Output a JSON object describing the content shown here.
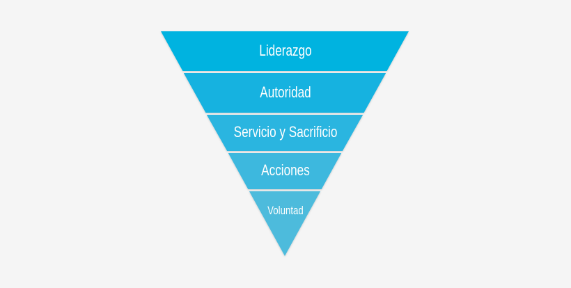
{
  "diagram": {
    "type": "inverted-pyramid",
    "background": "#f5f5f5",
    "levels": [
      {
        "label": "Liderazgo",
        "color": "#00b3e0"
      },
      {
        "label": "Autoridad",
        "color": "#14b2e0"
      },
      {
        "label": "Servicio y Sacrificio",
        "color": "#29b5e0"
      },
      {
        "label": "Acciones",
        "color": "#3db8de"
      },
      {
        "label": "Voluntad",
        "color": "#4dbbdc"
      }
    ]
  }
}
